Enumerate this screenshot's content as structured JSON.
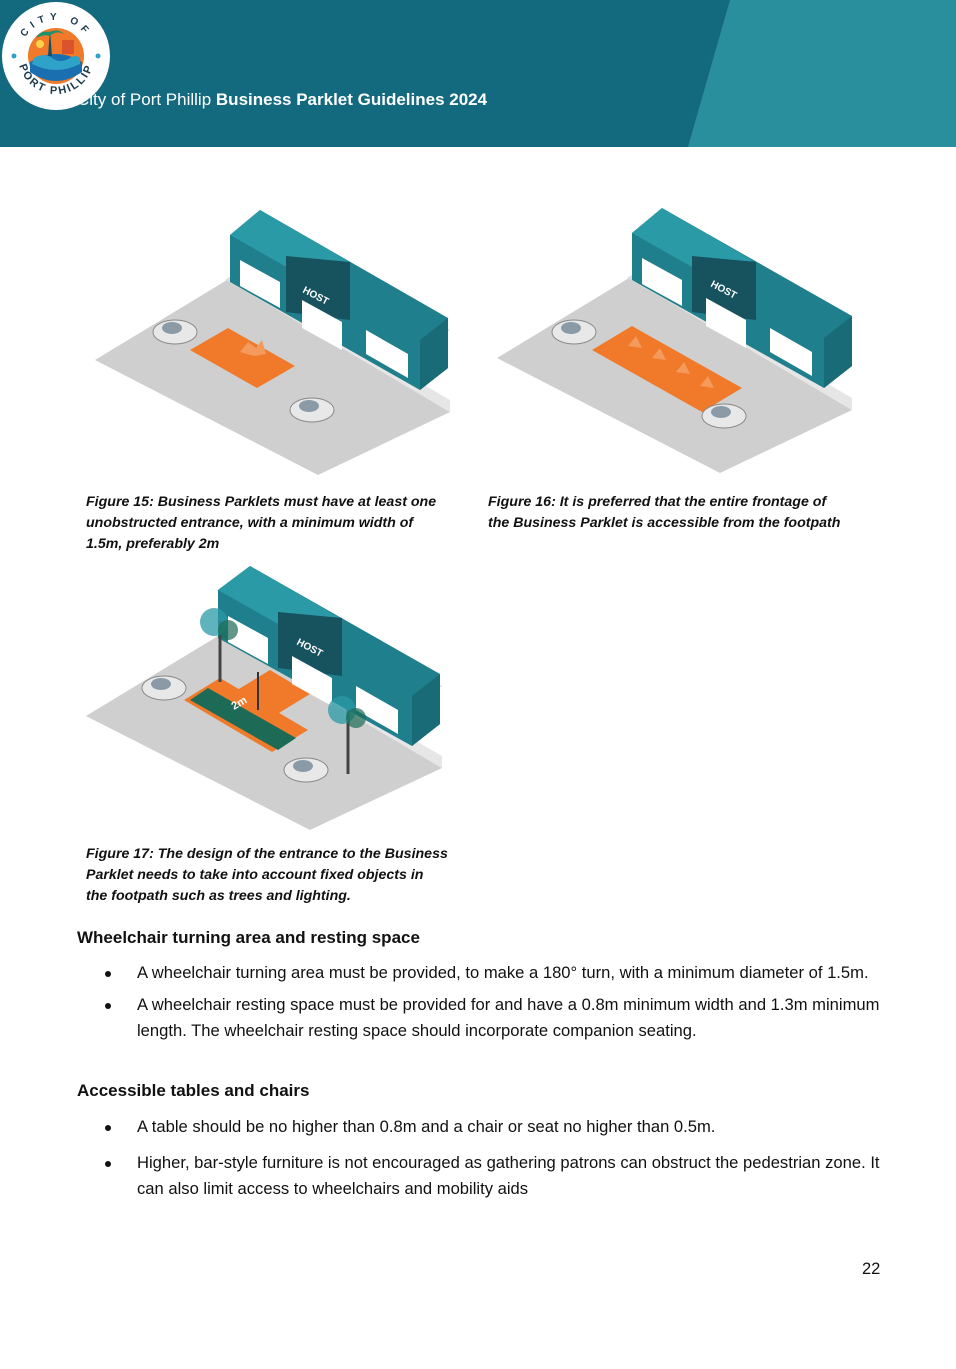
{
  "header": {
    "org": "City of Port Phillip",
    "doc_title": "Business Parklet Guidelines 2024",
    "logo_text_top": "CITY OF",
    "logo_text_bottom": "PORT PHILLIP"
  },
  "colors": {
    "header_dark": "#136a7e",
    "header_light": "#2a8f9c",
    "building_teal": "#1f7f8c",
    "building_dark": "#17525f",
    "parklet_orange": "#f07a2a",
    "road_grey": "#c9c9c9"
  },
  "figures": [
    {
      "id": "fig15",
      "sign": "HOST",
      "caption": "Figure 15: Business Parklets must have at least one unobstructed entrance, with a minimum width of 1.5m, preferably 2m",
      "caption_lines": [
        "Figure 15: Business Parklets must have at least one",
        "unobstructed entrance, with a minimum width of",
        "1.5m, preferably 2m"
      ]
    },
    {
      "id": "fig16",
      "sign": "HOST",
      "caption_lines": [
        "Figure 16: It is preferred that the entire frontage of",
        "the Business Parklet is accessible from the footpath"
      ]
    },
    {
      "id": "fig17",
      "sign": "HOST",
      "dimension_label": "2m",
      "caption_lines": [
        "Figure 17: The design of the entrance to the Business",
        "Parklet needs to take into account fixed objects in",
        "the footpath such as trees and lighting."
      ]
    }
  ],
  "sections": [
    {
      "heading": "Wheelchair turning area and resting space",
      "bullets": [
        "A wheelchair turning area must be provided, to make a 180° turn, with a minimum diameter of 1.5m.",
        "A wheelchair resting space must be provided for and have a 0.8m minimum width and 1.3m minimum length. The wheelchair resting space should incorporate companion seating."
      ]
    },
    {
      "heading": "Accessible tables and chairs",
      "bullets": [
        "A table should be no higher than 0.8m and a chair or seat no higher than 0.5m.",
        "Higher, bar-style furniture is not encouraged as gathering patrons can obstruct the pedestrian zone. It can also limit access to wheelchairs and mobility aids"
      ]
    }
  ],
  "page_number": "22"
}
